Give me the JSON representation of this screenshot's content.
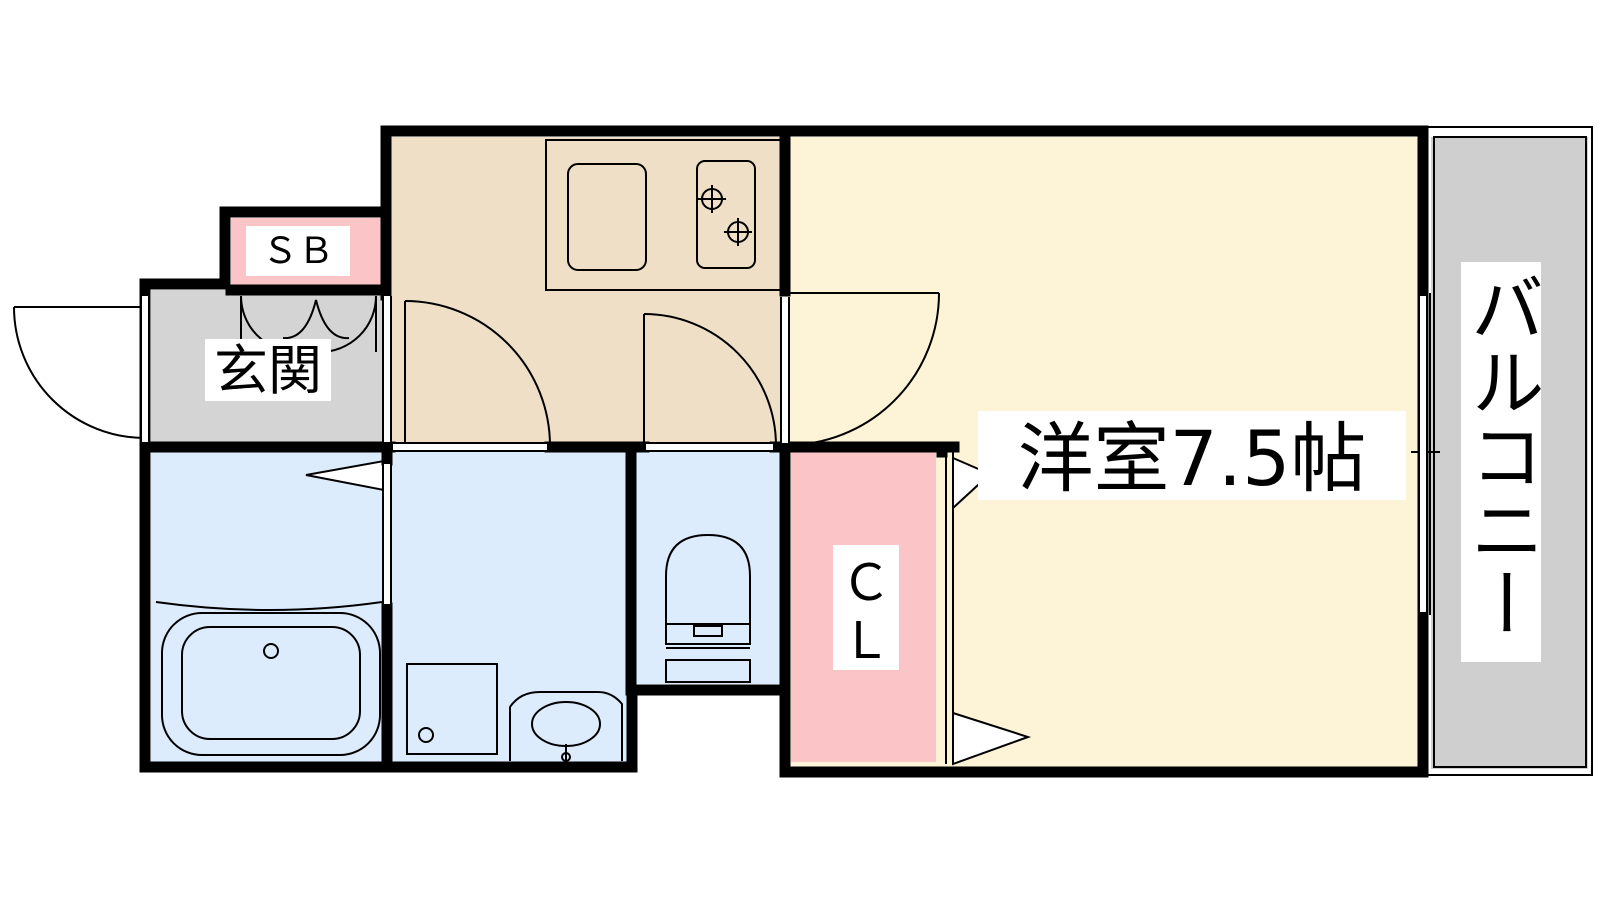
{
  "rooms": {
    "western_room": {
      "label": "洋室7.5帖",
      "color": "#fdf3d6"
    },
    "kitchen": {
      "color": "#efdfc7"
    },
    "entrance": {
      "label": "玄関",
      "color": "#d4d4d4"
    },
    "shoe_box": {
      "label": "ＳＢ",
      "color": "#fbc5c8"
    },
    "closet": {
      "label_top": "Ｃ",
      "label_bottom": "Ｌ",
      "color": "#fbc5c8"
    },
    "balcony": {
      "label": "バルコニー",
      "color": "#cfcfcf"
    },
    "bathroom": {
      "color": "#dcecfc"
    },
    "washroom": {
      "color": "#dcecfc"
    },
    "toilet": {
      "color": "#dcecfc"
    }
  },
  "colors": {
    "wall": "#000000",
    "fixture_blue": "#dcecfc",
    "background": "#ffffff"
  }
}
